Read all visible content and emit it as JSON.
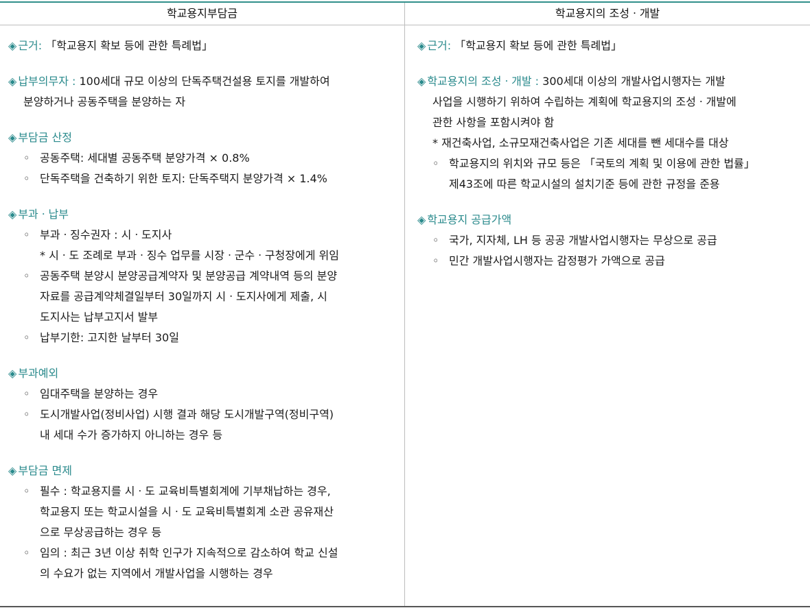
{
  "colors": {
    "accent": "#2a8a8c",
    "top_rule": "#2f8f8a",
    "text": "#1a1a1a",
    "divider": "#bdbdbd"
  },
  "icons": {
    "section_marker": "diamond-icon",
    "bullet_marker": "circle-bullet-icon"
  },
  "marker": "◈",
  "bullet": "◦",
  "headers": {
    "left": "학교용지부담금",
    "right": "학교용지의 조성ㆍ개발"
  },
  "left": {
    "s1": {
      "title": "근거:",
      "body": " 「학교용지 확보 등에 관한 특례법」"
    },
    "s2": {
      "title": "납부의무자 :",
      "body": " 100세대 규모 이상의 단독주택건설용 토지를 개발하여",
      "cont": "분양하거나 공동주택을 분양하는 자"
    },
    "s3": {
      "title": "부담금 산정",
      "b1": "공동주택: 세대별 공동주택 분양가격 × 0.8%",
      "b2": "단독주택을 건축하기 위한 토지:  단독주택지 분양가격 × 1.4%"
    },
    "s4": {
      "title": "부과ㆍ납부",
      "b1": "부과ㆍ징수권자 : 시ㆍ도지사",
      "b1_note": "* 시ㆍ도 조례로 부과ㆍ징수 업무를 시장ㆍ군수ㆍ구청장에게 위임",
      "b2_l1": "공동주택 분양시 분양공급계약자 및 분양공급 계약내역 등의 분양",
      "b2_l2": "자료를 공급계약체결일부터 30일까지 시ㆍ도지사에게 제출, 시",
      "b2_l3": "도지사는 납부고지서 발부",
      "b3": "납부기한: 고지한 날부터 30일"
    },
    "s5": {
      "title": "부과예외",
      "b1": "임대주택을 분양하는 경우",
      "b2_l1": "도시개발사업(정비사업) 시행 결과 해당 도시개발구역(정비구역)",
      "b2_l2": "내 세대 수가 증가하지 아니하는 경우 등"
    },
    "s6": {
      "title": "부담금 면제",
      "b1_l1": "필수 : 학교용지를 시ㆍ도 교육비특별회계에 기부채납하는 경우,",
      "b1_l2": "학교용지 또는 학교시설을 시ㆍ도 교육비특별회계 소관 공유재산",
      "b1_l3": "으로 무상공급하는 경우 등",
      "b2_l1": "임의 : 최근 3년 이상 취학 인구가 지속적으로 감소하여 학교 신설",
      "b2_l2": "의 수요가 없는 지역에서 개발사업을 시행하는 경우"
    }
  },
  "right": {
    "s1": {
      "title": "근거:",
      "body": " 「학교용지 확보 등에 관한 특례법」"
    },
    "s2": {
      "title": "학교용지의 조성ㆍ개발 :",
      "body": " 300세대 이상의 개발사업시행자는 개발",
      "cont1": "사업을 시행하기 위하여 수립하는 계획에 학교용지의 조성ㆍ개발에",
      "cont2": "관한 사항을 포함시켜야 함",
      "note": "* 재건축사업, 소규모재건축사업은 기존 세대를 뺀 세대수를 대상",
      "b1_l1": "학교용지의 위치와 규모 등은 「국토의 계획 및 이용에 관한 법률」",
      "b1_l2": "제43조에 따른 학교시설의 설치기준 등에 관한 규정을 준용"
    },
    "s3": {
      "title": "학교용지 공급가액",
      "b1": "국가, 지자체, LH 등 공공 개발사업시행자는 무상으로 공급",
      "b2": "민간 개발사업시행자는 감정평가 가액으로 공급"
    }
  }
}
